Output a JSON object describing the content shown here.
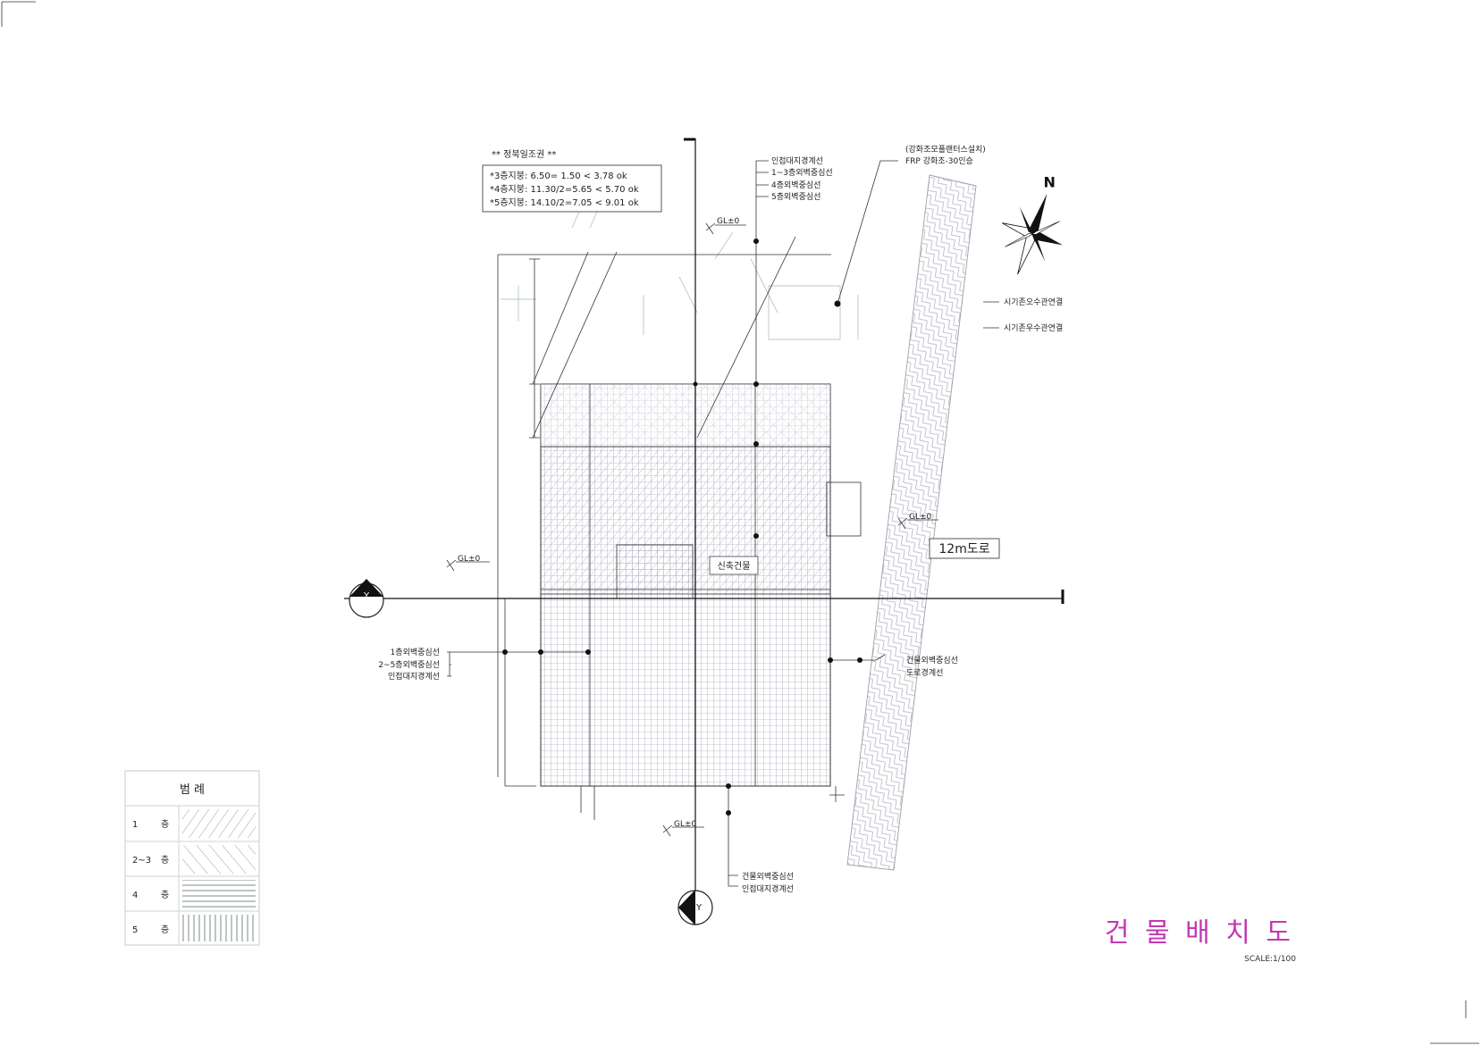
{
  "sunlight": {
    "title": "** 정북일조권 **",
    "lines": [
      "*3층지붕: 6.50= 1.50 < 3.78 ok",
      "*4층지붕: 11.30/2=5.65 < 5.70 ok",
      "*5층지붕: 14.10/2=7.05 < 9.01 ok"
    ]
  },
  "ground_levels": {
    "top": "GL±0",
    "left": "GL±0",
    "road": "GL±0",
    "bottom": "GL±0"
  },
  "top_callout": [
    "인접대지경계선",
    "1~3층외벽중심선",
    "4층외벽중심선",
    "5층외벽중심선"
  ],
  "planter_callout": [
    "(강화조모플랜터스설치)",
    "FRP 강화조-30인승"
  ],
  "utility_notes": [
    "시기존오수관연결",
    "시기존우수관연결"
  ],
  "left_callout": [
    "1층외벽중심선",
    "2~5층외벽중심선",
    "인접대지경계선"
  ],
  "right_callout": [
    "건물외벽중심선",
    "도로경계선"
  ],
  "bottom_callout": [
    "건물외벽중심선",
    "인접대지경계선"
  ],
  "road_label": "12m도로",
  "building_label": "신축건물",
  "section_marks": {
    "left": "Y",
    "bottom": "Y"
  },
  "north_label": "N",
  "legend": {
    "header": "범        례",
    "rows": [
      {
        "floor": "1",
        "unit": "층",
        "pattern": "diag-left"
      },
      {
        "floor": "2~3",
        "unit": "층",
        "pattern": "diag-right"
      },
      {
        "floor": "4",
        "unit": "층",
        "pattern": "horizontal"
      },
      {
        "floor": "5",
        "unit": "층",
        "pattern": "vertical"
      }
    ]
  },
  "title": {
    "main": "건 물 배 치 도",
    "scale": "SCALE:1/100",
    "color": "#c239b3"
  }
}
